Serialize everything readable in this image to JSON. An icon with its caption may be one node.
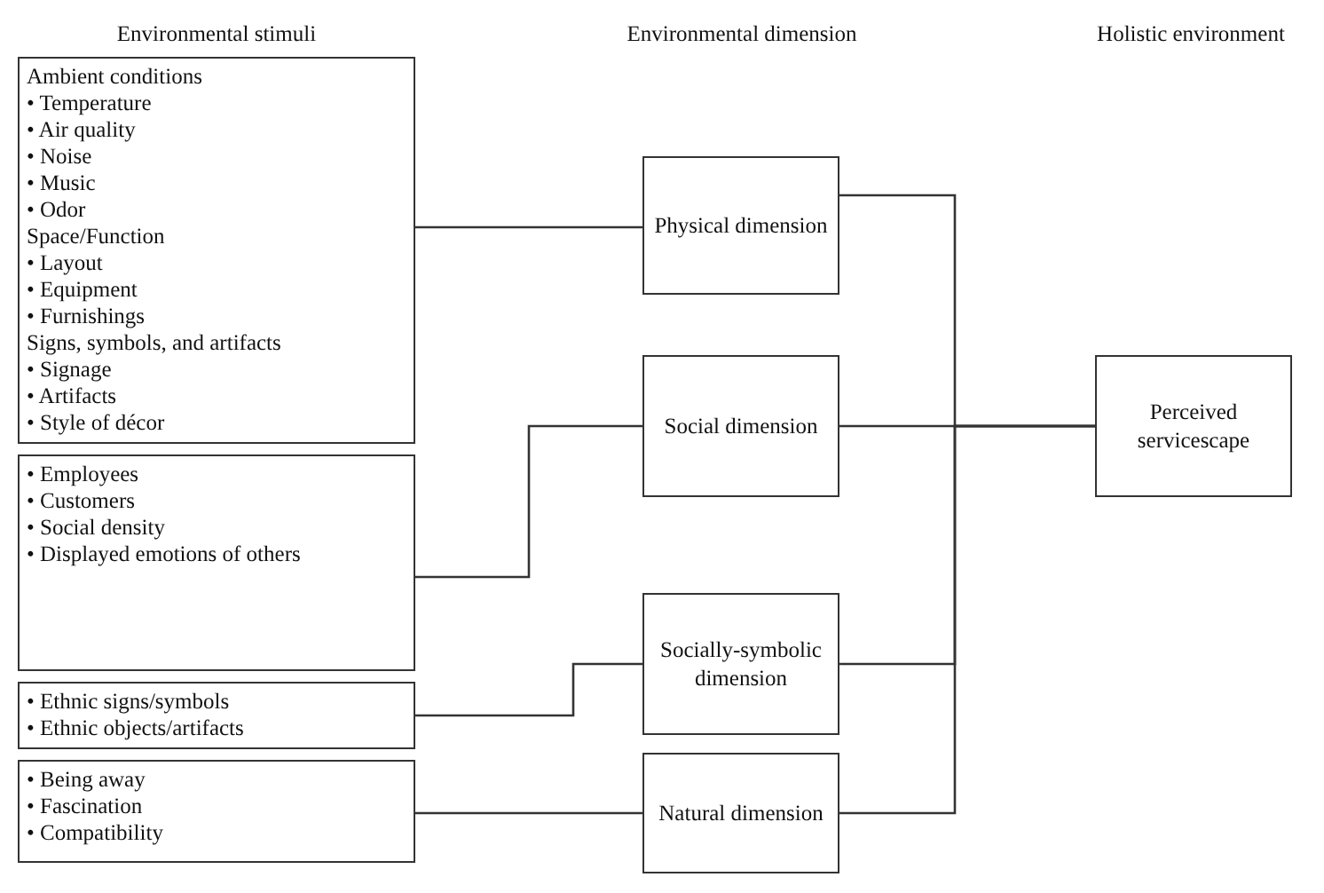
{
  "diagram": {
    "nodes": [
      {
        "text": [
          "Ambient conditions",
          "• Temperature",
          "• Air quality",
          "• Noise",
          "• Music",
          "• Odor",
          "Space/Function",
          "• Layout",
          "• Equipment",
          "• Furnishings",
          "Signs, symbols, and artifacts",
          "• Signage",
          "• Artifacts",
          "• Style of décor"
        ]
      },
      {
        "text": [
          "• Employees",
          "• Customers",
          "• Social density",
          "• Displayed emotions of others"
        ]
      },
      {
        "text": [
          "• Ethnic signs/symbols",
          "• Ethnic objects/artifacts"
        ]
      },
      {
        "text": [
          "• Being away",
          "• Fascination",
          "• Compatibility"
        ]
      },
      {
        "text": [
          "Physical dimension"
        ]
      },
      {
        "text": [
          "Social dimension"
        ]
      },
      {
        "text": [
          "Socially-symbolic dimension"
        ]
      },
      {
        "text": [
          "Natural dimension"
        ]
      },
      {
        "text": [
          "Perceived servicescape"
        ]
      }
    ],
    "edges": [
      {
        "from": 0,
        "to": 4,
        "arrow": "none"
      },
      {
        "from": 1,
        "to": 5,
        "arrow": "none"
      },
      {
        "from": 2,
        "to": 6,
        "arrow": "none"
      },
      {
        "from": 3,
        "to": 7,
        "arrow": "none"
      },
      {
        "from": 4,
        "to": 8,
        "arrow": "none"
      },
      {
        "from": 5,
        "to": 8,
        "arrow": "none"
      },
      {
        "from": 6,
        "to": 8,
        "arrow": "none"
      },
      {
        "from": 7,
        "to": 8,
        "arrow": "none"
      }
    ],
    "labels": [
      "Environmental stimuli",
      "Environmental dimension",
      "Holistic environment"
    ]
  }
}
